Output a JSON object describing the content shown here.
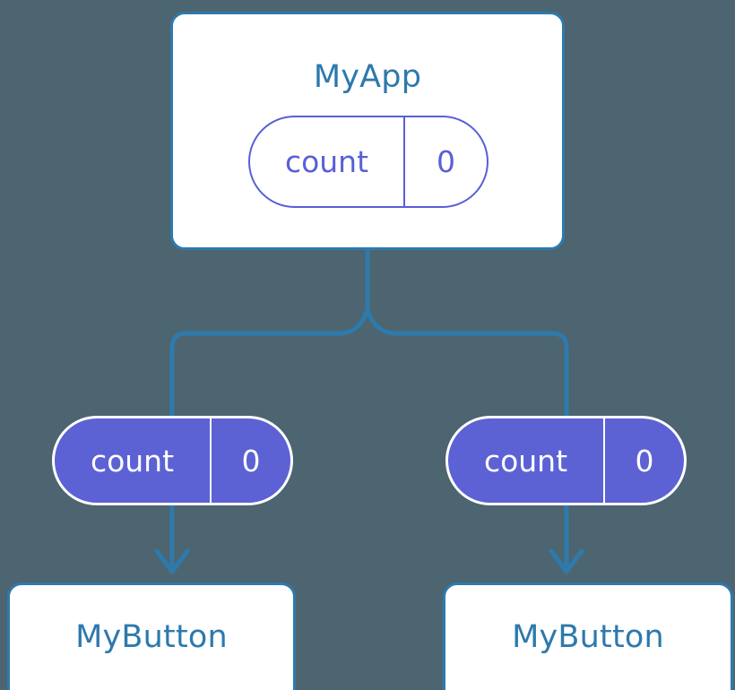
{
  "diagram": {
    "title": "React component state/props flow",
    "background_color": "#4c6570",
    "accent_color": "#2e7aad",
    "state_color": "#5a5fd6",
    "props_fill_color": "#5c62d4"
  },
  "app": {
    "name": "MyApp",
    "state": {
      "label": "count",
      "value": "0"
    }
  },
  "props": [
    {
      "label": "count",
      "value": "0"
    },
    {
      "label": "count",
      "value": "0"
    }
  ],
  "children": [
    {
      "name": "MyButton"
    },
    {
      "name": "MyButton"
    }
  ],
  "connectors": {
    "trunk_label": "state-down-trunk",
    "branch_left_label": "branch-to-left-child",
    "branch_right_label": "branch-to-right-child",
    "arrow_left_label": "props-arrow-left",
    "arrow_right_label": "props-arrow-right"
  }
}
